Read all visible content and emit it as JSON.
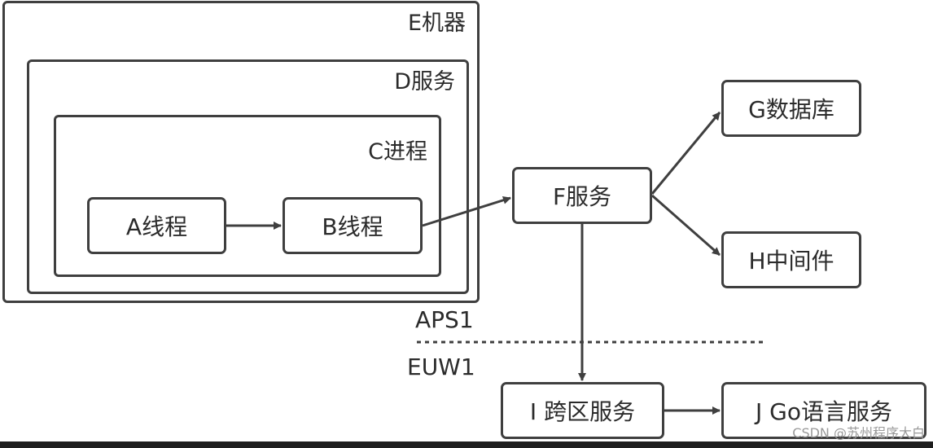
{
  "containers": {
    "machine": "E机器",
    "service": "D服务",
    "process": "C进程"
  },
  "nodes": {
    "thread_a": "A线程",
    "thread_b": "B线程",
    "service_f": "F服务",
    "database_g": "G数据库",
    "middleware_h": "H中间件",
    "cross_region_i": "I 跨区服务",
    "go_service_j": "J Go语言服务"
  },
  "regions": {
    "upper": "APS1",
    "lower": "EUW1"
  },
  "edges": [
    {
      "from": "A线程",
      "to": "B线程"
    },
    {
      "from": "B线程",
      "to": "F服务"
    },
    {
      "from": "F服务",
      "to": "G数据库"
    },
    {
      "from": "F服务",
      "to": "H中间件"
    },
    {
      "from": "F服务",
      "to": "I 跨区服务"
    },
    {
      "from": "I 跨区服务",
      "to": "J Go语言服务"
    }
  ],
  "watermark": "CSDN @苏州程序大白",
  "colors": {
    "stroke": "#3f3f3f",
    "text": "#2b2b2b"
  }
}
